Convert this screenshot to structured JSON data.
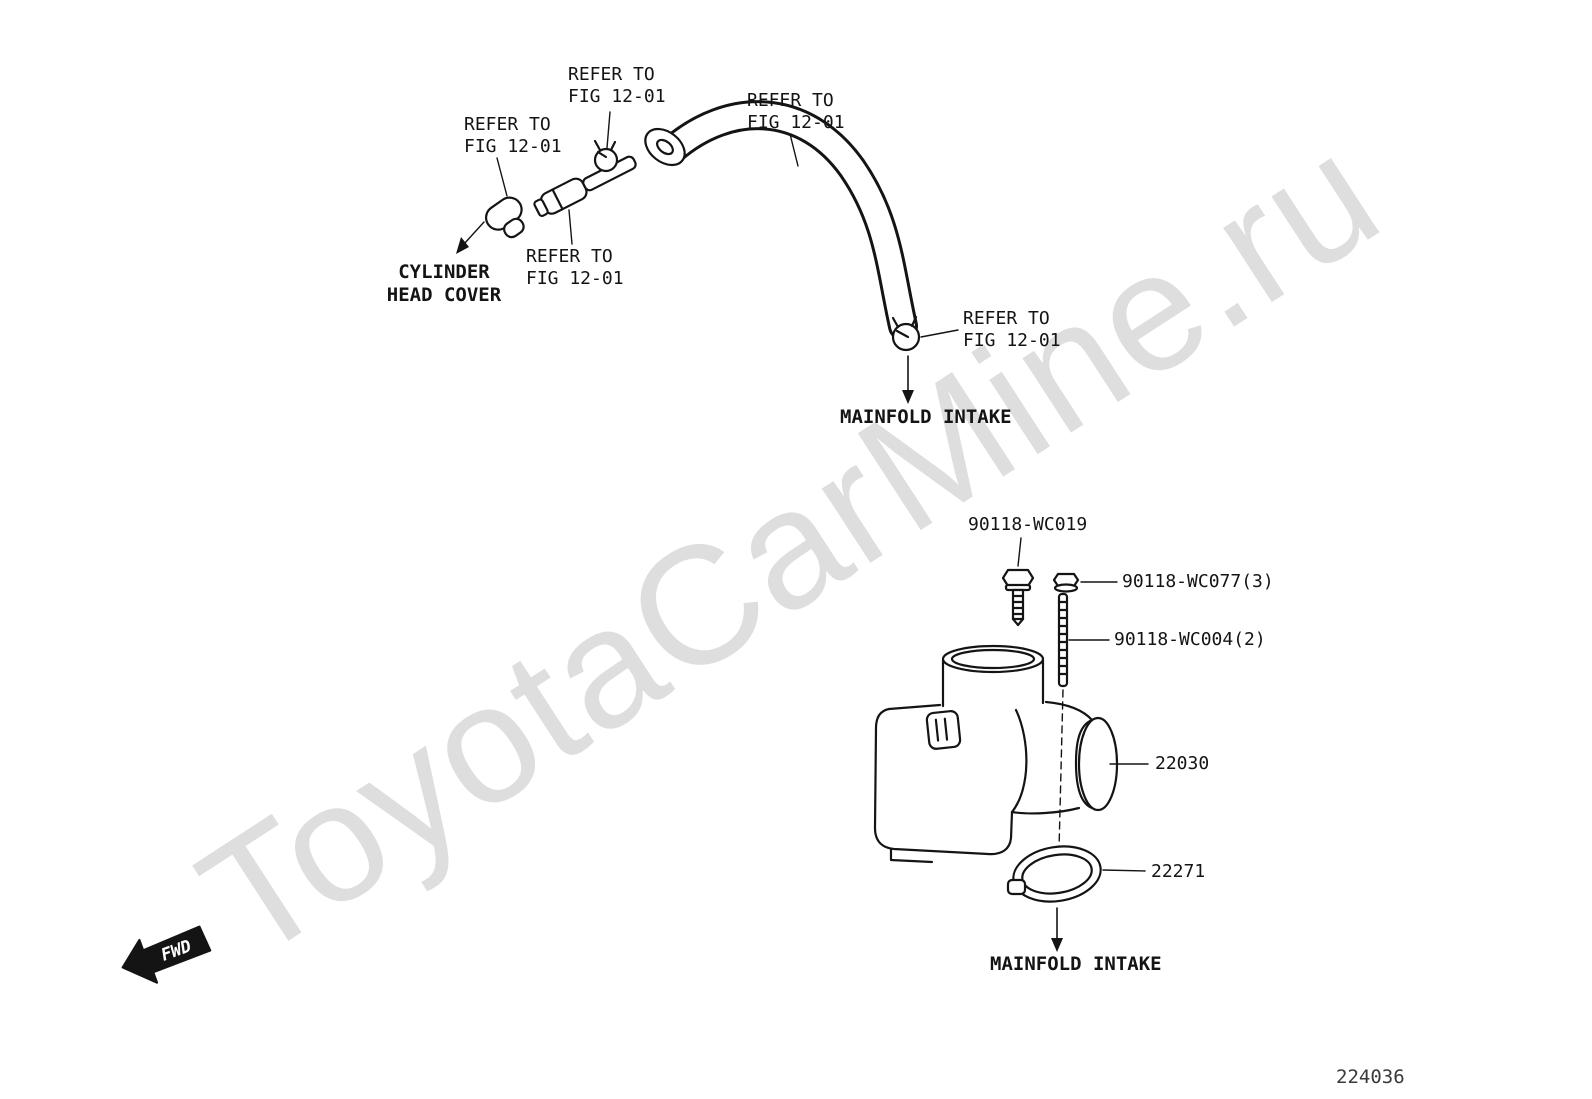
{
  "page": {
    "watermark": "ToyotaCarMine.ru",
    "doc_number": "224036"
  },
  "colors": {
    "ink": "#141414",
    "watermark": "rgba(0,0,0,0.13)"
  },
  "fwd": {
    "label": "FWD"
  },
  "callouts": {
    "refer_top_clamp": "REFER TO\nFIG 12-01",
    "refer_grommet": "REFER TO\nFIG 12-01",
    "refer_hose": "REFER TO\nFIG 12-01",
    "refer_pipe": "REFER TO\nFIG 12-01",
    "refer_lower_clamp": "REFER TO\nFIG 12-01",
    "cylinder_head_cover": "CYLINDER\nHEAD COVER",
    "mainfold_intake_top": "MAINFOLD INTAKE",
    "mainfold_intake_bottom": "MAINFOLD INTAKE"
  },
  "parts": {
    "bolt": "90118-WC019",
    "nut": "90118-WC077(3)",
    "stud": "90118-WC004(2)",
    "air_chamber": "22030",
    "gasket": "22271"
  }
}
